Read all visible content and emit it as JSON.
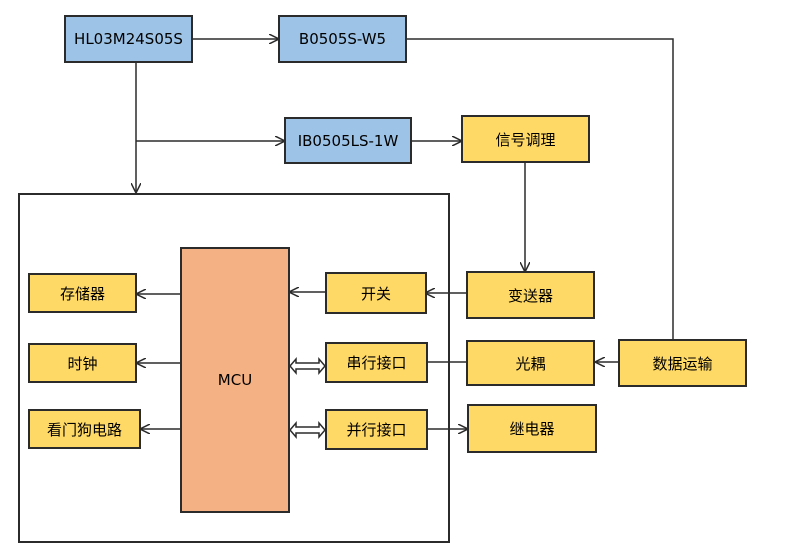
{
  "diagram": {
    "nodes": {
      "hl03": "HL03M24S05S",
      "b0505": "B0505S-W5",
      "ib0505": "IB0505LS-1W",
      "signal": "信号调理",
      "transmitter": "变送器",
      "switch": "开关",
      "storage": "存储器",
      "clock": "时钟",
      "watchdog": "看门狗电路",
      "mcu": "MCU",
      "serial": "串行接口",
      "parallel": "并行接口",
      "optocoupler": "光耦",
      "data": "数据运输",
      "relay": "继电器"
    },
    "colors": {
      "power_module": "#9dc3e6",
      "function_block": "#ffd966",
      "mcu": "#f4b183",
      "line": "#2b2b2b"
    }
  }
}
